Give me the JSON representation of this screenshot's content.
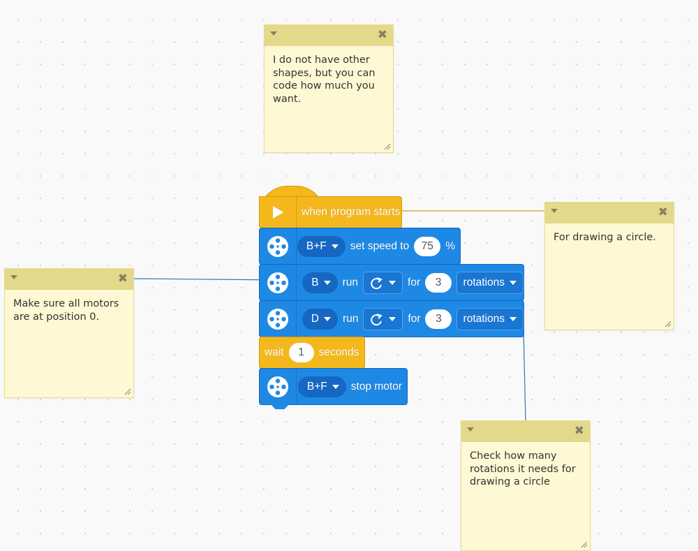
{
  "notes": {
    "shapes": {
      "text": "I do not have other\nshapes, but you can\ncode how much you\nwant.",
      "close": "✖"
    },
    "circle": {
      "text": "For drawing a circle.",
      "close": "✖"
    },
    "motors": {
      "text": "Make sure all motors\nare at position 0.",
      "close": "✖"
    },
    "rotations": {
      "text": "Check how many\nrotations it needs for\ndrawing a circle",
      "close": "✖"
    }
  },
  "blocks": {
    "start": {
      "label": "when program starts",
      "icon": "play-icon"
    },
    "speed": {
      "port": "B+F",
      "label": "set speed to",
      "value": "75",
      "unit": "%",
      "icon": "motor-icon"
    },
    "run_b": {
      "port": "B",
      "run": "run",
      "direction_icon": "clockwise-arrow-icon",
      "for": "for",
      "value": "3",
      "unit": "rotations"
    },
    "run_d": {
      "port": "D",
      "run": "run",
      "direction_icon": "clockwise-arrow-icon",
      "for": "for",
      "value": "3",
      "unit": "rotations"
    },
    "wait": {
      "label": "wait",
      "value": "1",
      "unit": "seconds"
    },
    "stop": {
      "port": "B+F",
      "label": "stop motor",
      "icon": "motor-icon"
    }
  },
  "colors": {
    "motor_blue": "#1e88e5",
    "event_yellow": "#f4b81c",
    "note_body": "#fff8d4",
    "note_header": "#e3d98a"
  }
}
